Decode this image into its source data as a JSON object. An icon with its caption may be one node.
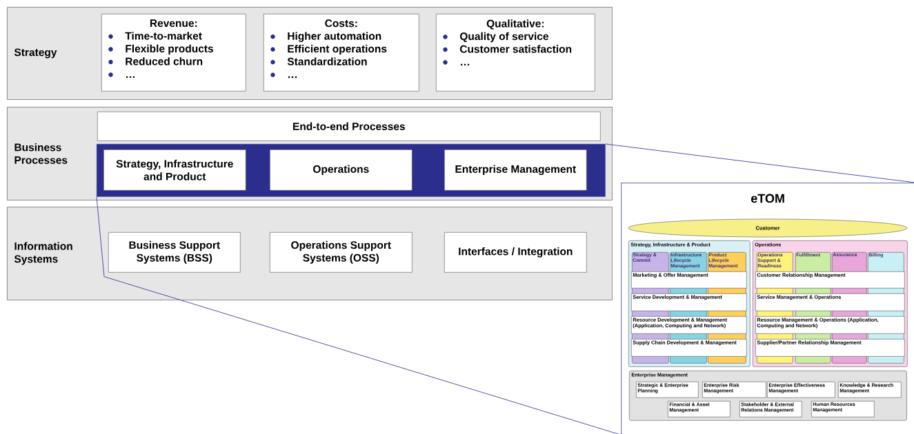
{
  "diagram": {
    "nodes": [
      {
        "text": [
          "Strategy"
        ]
      },
      {
        "text": [
          "Revenue:",
          "Time-to-market",
          "Flexible products",
          "Reduced churn",
          "…"
        ],
        "in": 0
      },
      {
        "text": [
          "Costs:",
          "Higher automation",
          "Efficient operations",
          "Standardization",
          "…"
        ],
        "in": 0
      },
      {
        "text": [
          "Qualitative:",
          "Quality of service",
          "Customer satisfaction",
          "…"
        ],
        "in": 0
      },
      {
        "text": [
          "Business Processes"
        ]
      },
      {
        "text": [
          "End-to-end Processes"
        ],
        "in": 4
      },
      {
        "text": [],
        "shape": "box",
        "in": 4
      },
      {
        "text": [
          "Strategy, Infrastructure and Product"
        ],
        "in": 6
      },
      {
        "text": [
          "Operations"
        ],
        "in": 6
      },
      {
        "text": [
          "Enterprise Management"
        ],
        "in": 6
      },
      {
        "text": [
          "Information Systems"
        ]
      },
      {
        "text": [
          "Business Support Systems (BSS)"
        ],
        "in": 10
      },
      {
        "text": [
          "Operations Support Systems (OSS)"
        ],
        "in": 10
      },
      {
        "text": [
          "Interfaces / Integration"
        ],
        "in": 10
      },
      {
        "text": [
          "eTOM"
        ]
      },
      {
        "text": [
          "Customer"
        ],
        "in": 14
      },
      {
        "text": [
          "Strategy, Infrastructure & Product"
        ],
        "in": 14
      },
      {
        "text": [
          "Strategy & Commit"
        ],
        "in": 16
      },
      {
        "text": [
          "Infrastructure Lifecycle Management"
        ],
        "in": 16
      },
      {
        "text": [
          "Product Lifecycle Management"
        ],
        "in": 16
      },
      {
        "text": [
          "Marketing & Offer Management"
        ],
        "in": 16
      },
      {
        "text": [
          "Service Development & Management"
        ],
        "in": 16
      },
      {
        "text": [
          "Resource Development & Management (Application, Computing and Network)"
        ],
        "in": 16
      },
      {
        "text": [
          "Supply Chain Development & Management"
        ],
        "in": 16
      },
      {
        "text": [
          "Operations"
        ],
        "in": 14
      },
      {
        "text": [
          "Operations Support & Readiness"
        ],
        "in": 24
      },
      {
        "text": [
          "Fulfillment"
        ],
        "in": 24
      },
      {
        "text": [
          "Assurance"
        ],
        "in": 24
      },
      {
        "text": [
          "Billing"
        ],
        "in": 24
      },
      {
        "text": [
          "Customer Relationship Management"
        ],
        "in": 24
      },
      {
        "text": [
          "Service Management & Operations"
        ],
        "in": 24
      },
      {
        "text": [
          "Resource Management & Operations (Application, Computing and Network)"
        ],
        "in": 24
      },
      {
        "text": [
          "Supplier/Partner Relationship Management"
        ],
        "in": 24
      },
      {
        "text": [
          "Enterprise Management"
        ],
        "in": 14
      },
      {
        "text": [
          "Strategic & Enterprise Planning"
        ],
        "in": 33
      },
      {
        "text": [
          "Enterprise Risk Management"
        ],
        "in": 33
      },
      {
        "text": [
          "Enterprise Effectiveness Management"
        ],
        "in": 33
      },
      {
        "text": [
          "Knowledge & Research Management"
        ],
        "in": 33
      },
      {
        "text": [
          "Financial & Asset Management"
        ],
        "in": 33
      },
      {
        "text": [
          "Stakeholder & External Relations Management"
        ],
        "in": 33
      },
      {
        "text": [
          "Human Resources Management"
        ],
        "in": 33
      }
    ],
    "edges": [
      {
        "from": 6,
        "to": 14,
        "arrow": "none"
      },
      {
        "from": 6,
        "to": 14,
        "arrow": "none"
      }
    ]
  }
}
